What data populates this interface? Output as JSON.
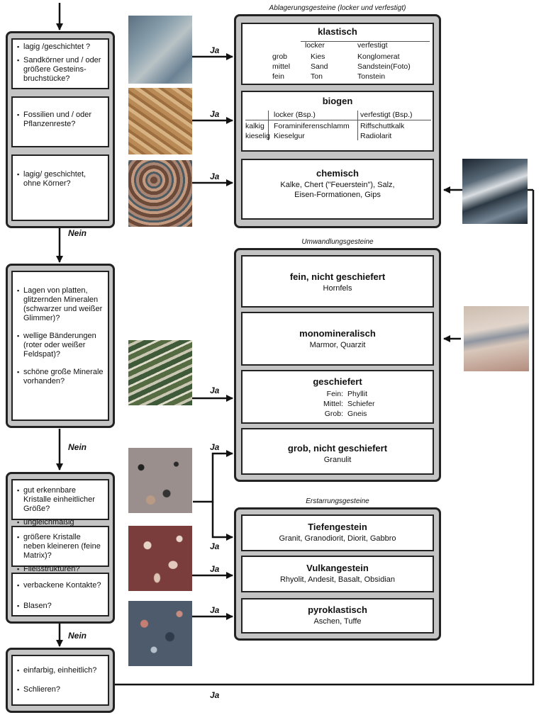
{
  "q1": {
    "items": [
      "lagig /geschichtet ?",
      "Sandkörner und / oder größere Gesteins-bruchstücke?"
    ]
  },
  "q2": {
    "items": [
      "Fossilien und / oder Pflanzenreste?"
    ]
  },
  "q3": {
    "items": [
      "lagig/ geschichtet, ohne Körner?"
    ]
  },
  "q4": {
    "items": [
      "Lagen von platten, glitzernden Mineralen (schwarzer und weißer Glimmer)?",
      "wellige Bänderungen (roter oder weißer Feldspat)?",
      "schöne große Minerale vorhanden?"
    ]
  },
  "q5": {
    "items": [
      "gut erkennbare Kristalle einheitlicher Größe?",
      "ungleichmäßig verteilt?"
    ]
  },
  "q6": {
    "items": [
      "größere Kristalle neben kleineren (feine Matrix)?",
      "Fließstrukturen?"
    ]
  },
  "q7": {
    "items": [
      "verbackene Kontakte?",
      "Blasen?"
    ]
  },
  "q8": {
    "items": [
      "einfarbig, einheitlich?",
      "Schlieren?"
    ]
  },
  "labels": {
    "ja": "Ja",
    "nein": "Nein"
  },
  "sections": {
    "sedimentary": "Ablagerungsgesteine (locker und verfestigt)",
    "metamorphic": "Umwandlungsgesteine",
    "igneous": "Erstarrungsgesteine"
  },
  "klastisch": {
    "title": "klastisch",
    "col1": "locker",
    "col2": "verfestigt",
    "rows": [
      {
        "k": "grob",
        "a": "Kies",
        "b": "Konglomerat"
      },
      {
        "k": "mittel",
        "a": "Sand",
        "b": "Sandstein(Foto)"
      },
      {
        "k": "fein",
        "a": "Ton",
        "b": "Tonstein"
      }
    ]
  },
  "biogen": {
    "title": "biogen",
    "col1": "locker (Bsp.)",
    "col2": "verfestigt (Bsp.)",
    "rows": [
      {
        "k": "kalkig",
        "a": "Foraminiferenschlamm",
        "b": "Riffschuttkalk"
      },
      {
        "k": "kieselig",
        "a": "Kieselgur",
        "b": "Radiolarit"
      }
    ]
  },
  "chemisch": {
    "title": "chemisch",
    "text": "Kalke, Chert (\"Feuerstein\"), Salz, Eisen-Formationen, Gips"
  },
  "feinNicht": {
    "title": "fein, nicht geschiefert",
    "text": "Hornfels"
  },
  "monomin": {
    "title": "monomineralisch",
    "text": "Marmor, Quarzit"
  },
  "geschiefert": {
    "title": "geschiefert",
    "rows": [
      {
        "k": "Fein:",
        "v": "Phyllit"
      },
      {
        "k": "Mittel:",
        "v": "Schiefer"
      },
      {
        "k": "Grob:",
        "v": "Gneis"
      }
    ]
  },
  "grobNicht": {
    "title": "grob, nicht geschiefert",
    "text": "Granulit"
  },
  "tiefen": {
    "title": "Tiefengestein",
    "text": "Granit, Granodiorit, Diorit, Gabbro"
  },
  "vulkan": {
    "title": "Vulkangestein",
    "text": "Rhyolit, Andesit, Basalt, Obsidian"
  },
  "pyro": {
    "title": "pyroklastisch",
    "text": "Aschen, Tuffe"
  },
  "colors": {
    "panel": "#c4c4c4",
    "border": "#222222"
  }
}
